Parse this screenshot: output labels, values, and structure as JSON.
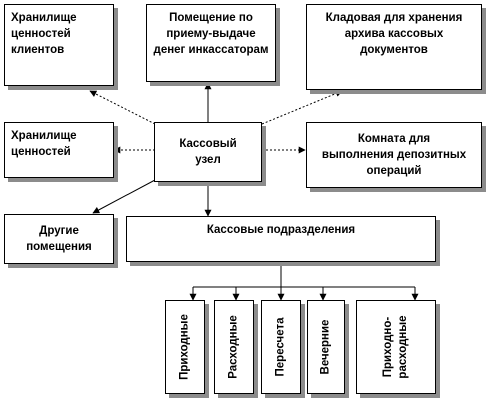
{
  "nodes": {
    "center": [
      "Кассовый",
      "узел"
    ],
    "top_left": [
      "Хранилище",
      "ценностей",
      "клиентов"
    ],
    "top_middle": [
      "Помещение по",
      "приему-выдаче",
      "денег инкассаторам"
    ],
    "top_right": [
      "Кладовая для хранения",
      "архива кассовых",
      "документов"
    ],
    "mid_left": [
      "Хранилище",
      "ценностей"
    ],
    "mid_right": [
      "Комната для",
      "выполнения депозитных",
      "операций"
    ],
    "bottom_left": [
      "Другие",
      "помещения"
    ],
    "subdivisions": [
      "Кассовые подразделения"
    ]
  },
  "units": [
    {
      "lines": [
        "Приходные"
      ]
    },
    {
      "lines": [
        "Расходные"
      ]
    },
    {
      "lines": [
        "Пересчета"
      ]
    },
    {
      "lines": [
        "Вечерние"
      ]
    },
    {
      "lines": [
        "Приходно-",
        "расходные"
      ]
    }
  ],
  "colors": {
    "border": "#000000",
    "shadow": "#8c8c8c",
    "line": "#000000"
  }
}
